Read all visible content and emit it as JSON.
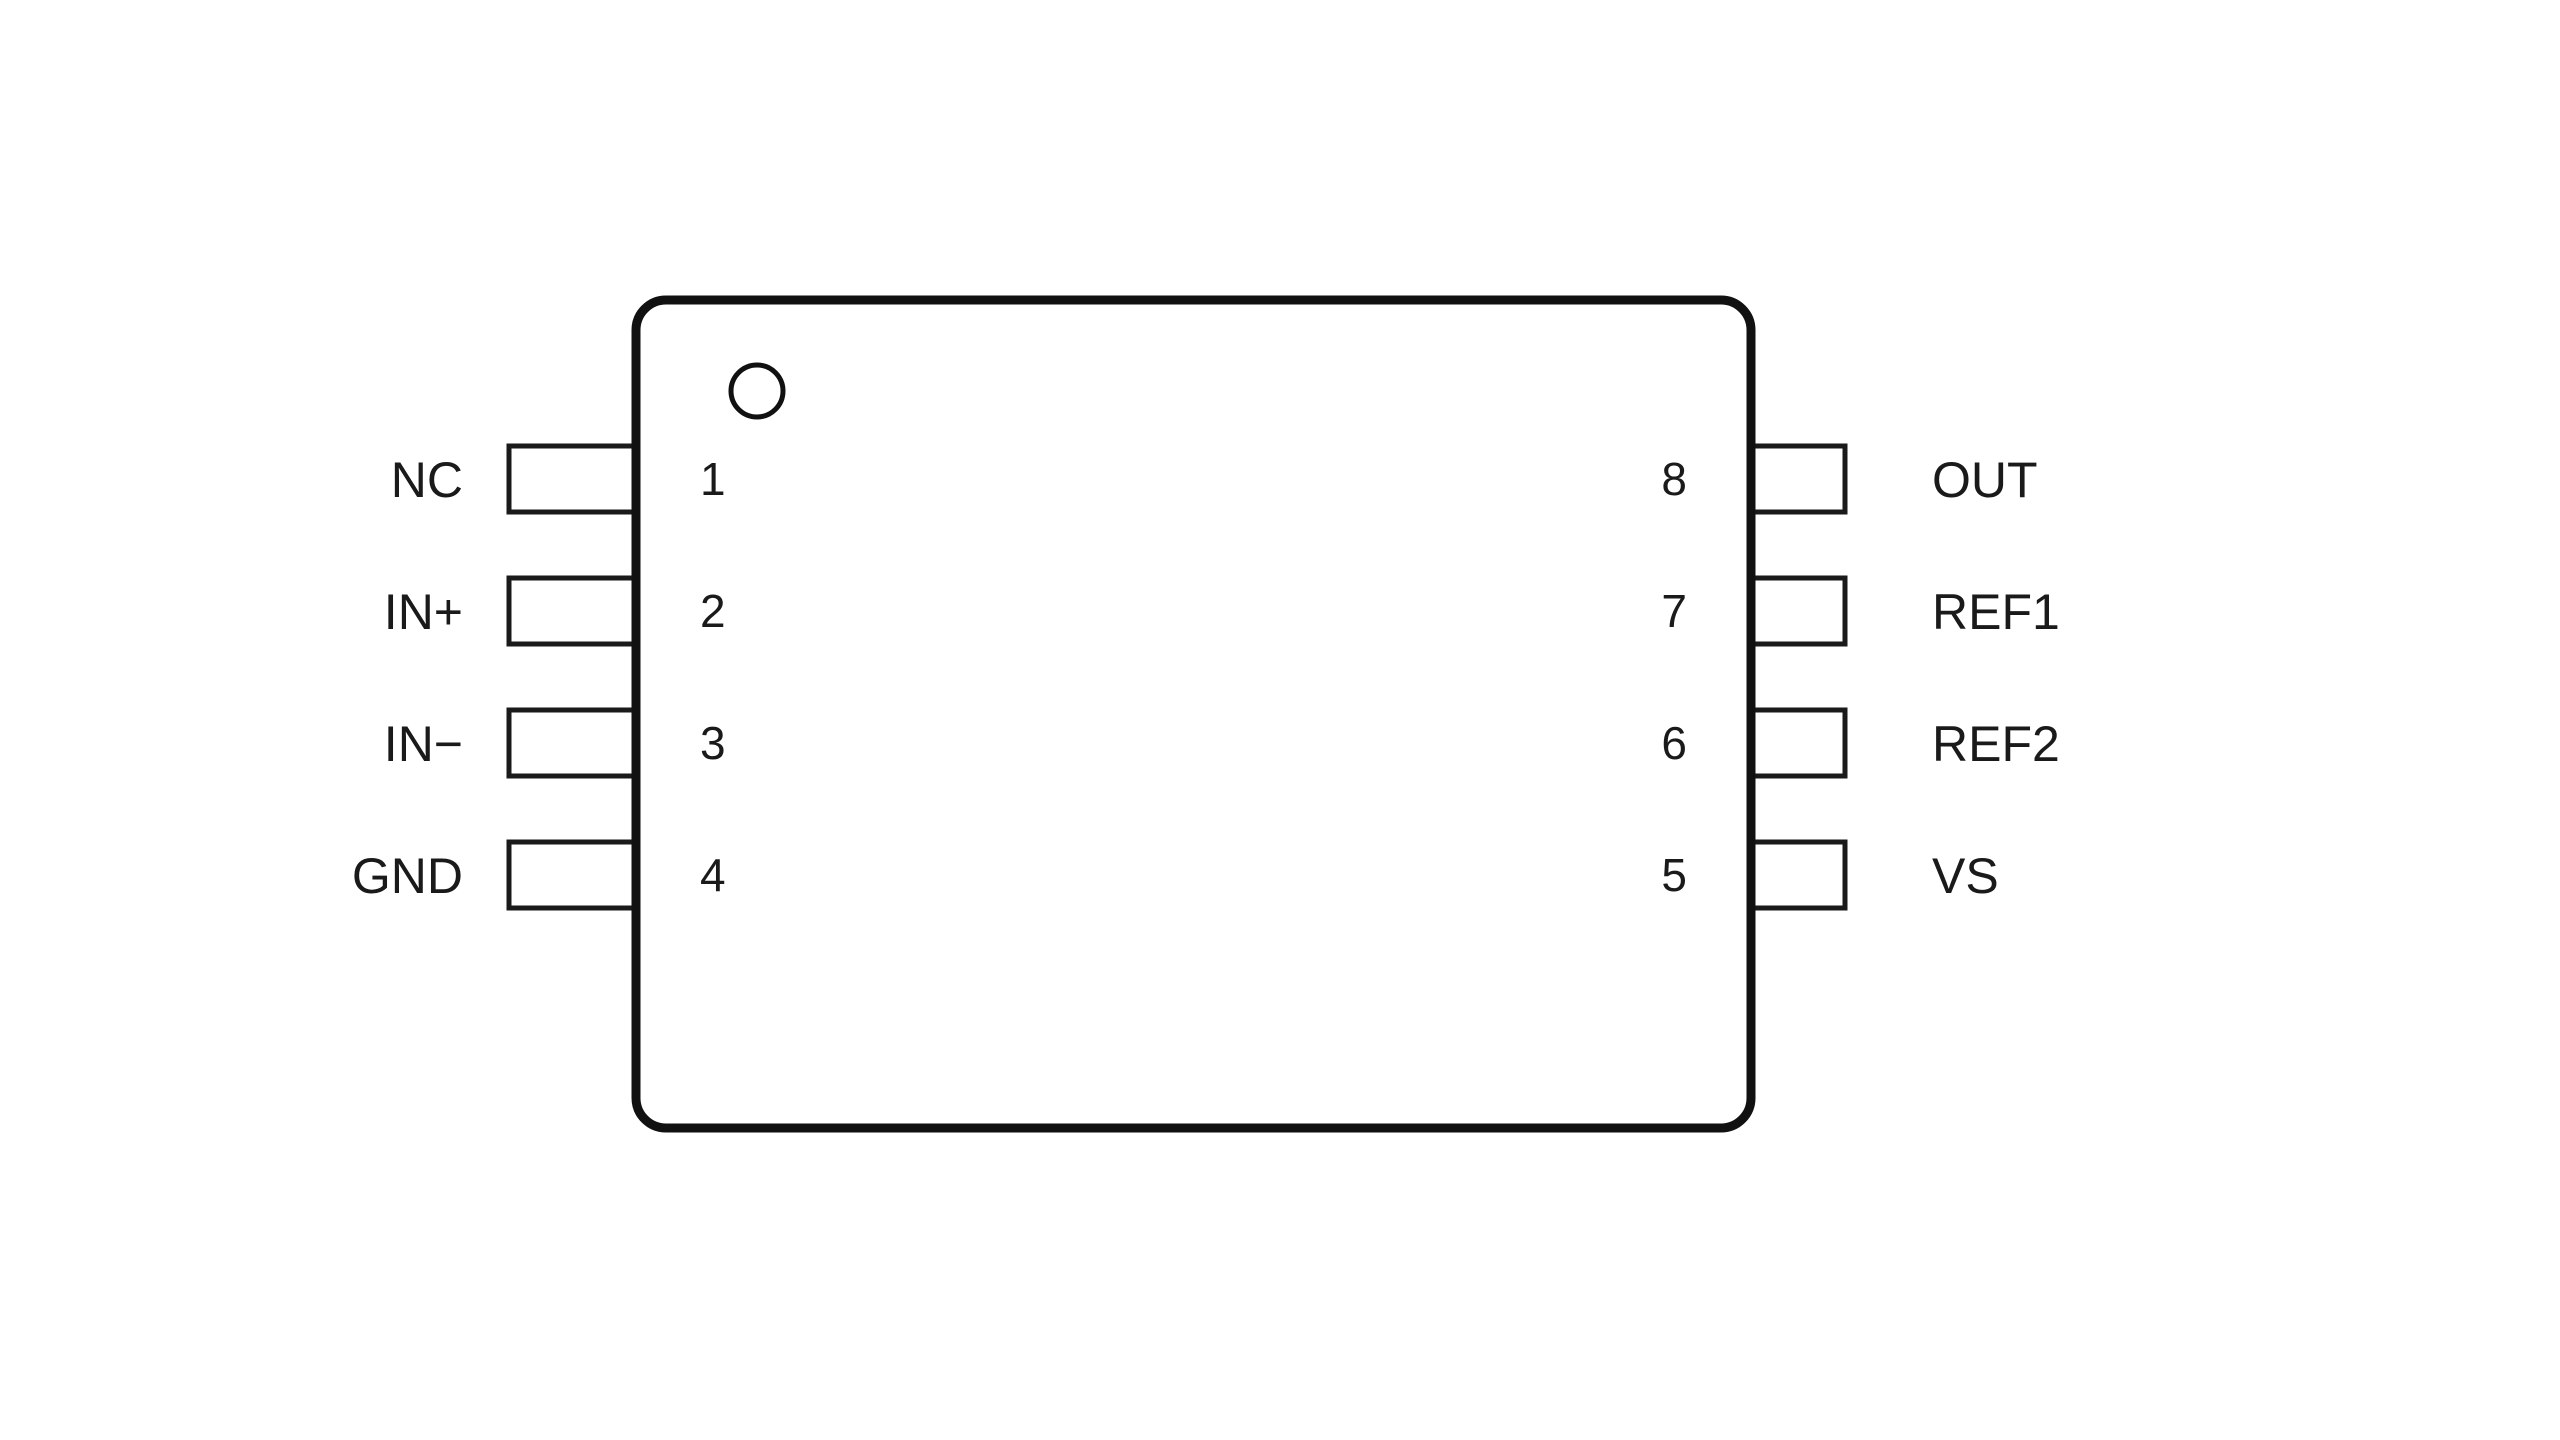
{
  "diagram": {
    "type": "ic-package-pinout",
    "package": "8-pin dual-in-line (SOIC-8 style)",
    "background_color": "#ffffff",
    "line_color": "#111111",
    "text_color": "#1a1a1a",
    "pin1_marker": "circle"
  },
  "pins": {
    "left": [
      {
        "number": "1",
        "label": "NC"
      },
      {
        "number": "2",
        "label": "IN+"
      },
      {
        "number": "3",
        "label": "IN−"
      },
      {
        "number": "4",
        "label": "GND"
      }
    ],
    "right": [
      {
        "number": "8",
        "label": "OUT"
      },
      {
        "number": "7",
        "label": "REF1"
      },
      {
        "number": "6",
        "label": "REF2"
      },
      {
        "number": "5",
        "label": "VS"
      }
    ]
  }
}
